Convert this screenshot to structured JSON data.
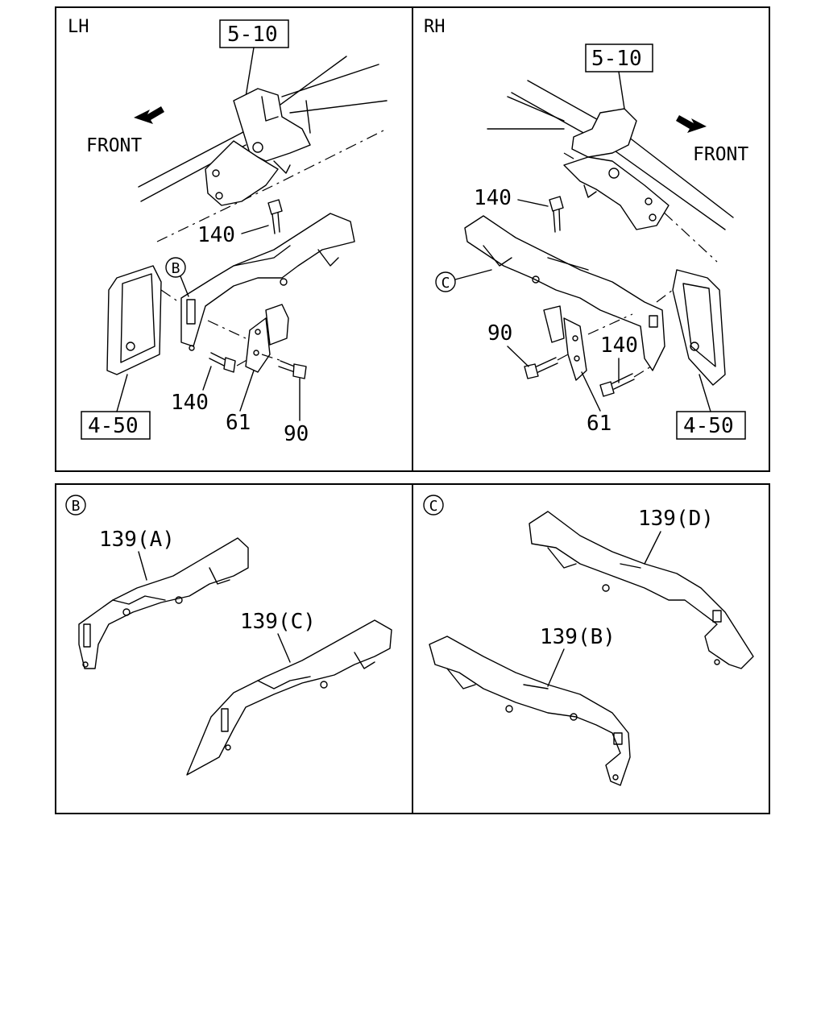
{
  "panels": {
    "lh": {
      "side_label": "LH",
      "front_label": "FRONT",
      "ref_top": "5-10",
      "ref_bottom": "4-50",
      "callout": "B",
      "parts": [
        "140",
        "140",
        "61",
        "90"
      ]
    },
    "rh": {
      "side_label": "RH",
      "front_label": "FRONT",
      "ref_top": "5-10",
      "ref_bottom": "4-50",
      "callout": "C",
      "parts": [
        "140",
        "90",
        "140",
        "61"
      ]
    },
    "detail_b": {
      "marker": "B",
      "parts": [
        "139(A)",
        "139(C)"
      ]
    },
    "detail_c": {
      "marker": "C",
      "parts": [
        "139(D)",
        "139(B)"
      ]
    }
  }
}
